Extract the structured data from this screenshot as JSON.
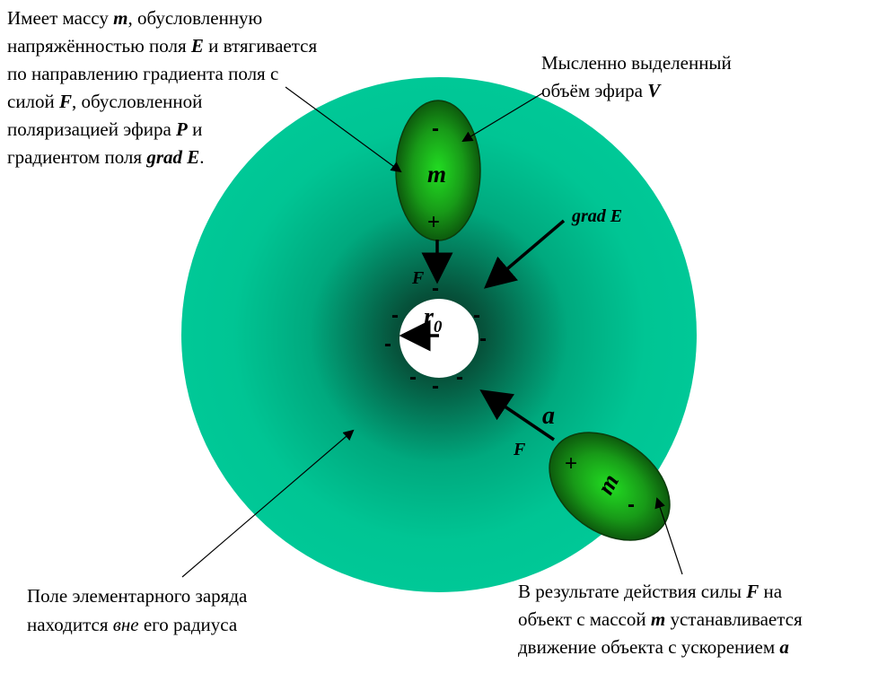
{
  "colors": {
    "field_outer": "#00c897",
    "field_inner": "#0a2a1e",
    "ellipse_light": "#22dd22",
    "ellipse_dark": "#0a4a0a",
    "background": "#ffffff"
  },
  "top_left_note": {
    "l1_pre": "Имеет массу ",
    "l1_m": "m",
    "l1_post": ", обусловленную",
    "l2_pre": "напряжённостью поля ",
    "l2_E": "E",
    "l2_post": " и втягивается",
    "l3": "по направлению градиента поля с",
    "l4_pre": "силой ",
    "l4_F": "F",
    "l4_post": ", обусловленной",
    "l5_pre": "поляризацией эфира ",
    "l5_P": "P",
    "l5_post": " и",
    "l6_pre": "градиентом поля ",
    "l6_grad": "grad E",
    "l6_post": "."
  },
  "top_right_note": {
    "l1": "Мысленно выделенный",
    "l2_pre": "объём эфира ",
    "l2_V": "V"
  },
  "bottom_left_note": {
    "l1": "Поле элементарного заряда",
    "l2_pre": "находится ",
    "l2_em": "вне",
    "l2_post": " его радиуса"
  },
  "bottom_right_note": {
    "l1_pre": "В результате действия силы ",
    "l1_F": "F",
    "l1_post": " на",
    "l2_pre": "объект с массой ",
    "l2_m": "m",
    "l2_post": " устанавливается",
    "l3_pre": "движение объекта с ускорением ",
    "l3_a": "a"
  },
  "diagram": {
    "upper_mass": {
      "minus": "-",
      "m": "m",
      "plus": "+"
    },
    "lower_mass": {
      "plus": "+",
      "m": "m",
      "minus": "-"
    },
    "grad_label": "grad E",
    "force_upper": "F",
    "force_lower": "F",
    "accel": "a",
    "radius_r": "r",
    "radius_sub": "0",
    "charge_sign": "-"
  }
}
